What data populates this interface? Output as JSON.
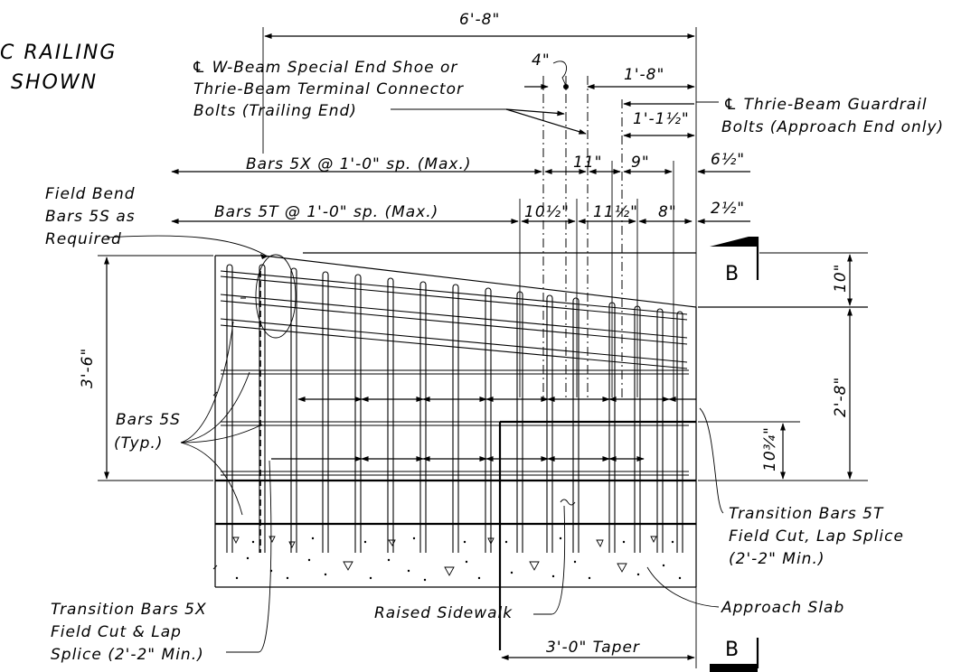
{
  "title": {
    "line1": "C RAILING",
    "line2": "SHOWN"
  },
  "dimensions": {
    "total_width": "6'-8\"",
    "four_in": "4\"",
    "one_eight": "1'-8\"",
    "one_one_half": "1'-1½\"",
    "eleven": "11\"",
    "nine": "9\"",
    "six_half": "6½\"",
    "ten_half": "10½\"",
    "eleven_half": "11½\"",
    "eight": "8\"",
    "two_half": "2½\"",
    "three_six": "3'-6\"",
    "ten_in": "10\"",
    "two_eight": "2'-8\"",
    "ten_three_quarter": "10¾\"",
    "taper": "3'-0\" Taper"
  },
  "bar_labels": {
    "bars_5x": "Bars 5X @ 1'-0\" sp. (Max.)",
    "bars_5t": "Bars 5T @ 1'-0\" sp. (Max.)"
  },
  "callouts": {
    "wbeam_line1": "℄ W-Beam Special End Shoe or",
    "wbeam_line2": "Thrie-Beam Terminal Connector",
    "wbeam_line3": "Bolts (Trailing End)",
    "thrie_line1": "℄ Thrie-Beam Guardrail",
    "thrie_line2": "Bolts (Approach End only)",
    "field_bend_line1": "Field Bend",
    "field_bend_line2": "Bars 5S as",
    "field_bend_line3": "Required",
    "bars5s_line1": "Bars 5S",
    "bars5s_line2": "(Typ.)",
    "trans5t_line1": "Transition Bars 5T",
    "trans5t_line2": "Field Cut, Lap Splice",
    "trans5t_line3": "(2'-2\" Min.)",
    "trans5x_line1": "Transition Bars 5X",
    "trans5x_line2": "Field Cut & Lap",
    "trans5x_line3": "Splice (2'-2\" Min.)",
    "raised_sidewalk": "Raised Sidewalk",
    "approach_slab": "Approach Slab"
  },
  "section": {
    "marker": "B"
  }
}
